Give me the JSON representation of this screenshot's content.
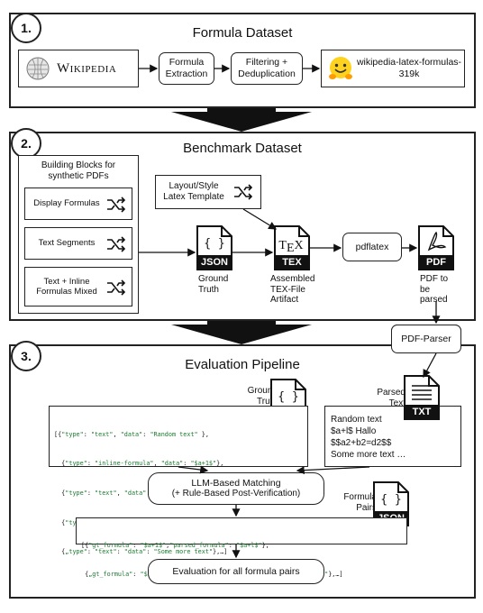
{
  "panel1": {
    "number": "1.",
    "title": "Formula Dataset",
    "wikipedia": "Wikipedia",
    "step1": "Formula Extraction",
    "step2": "Filtering + Deduplication",
    "dataset": "wikipedia-latex-formulas-319k"
  },
  "panel2": {
    "number": "2.",
    "title": "Benchmark Dataset",
    "blocks_title": "Building Blocks for synthetic PDFs",
    "blocks": [
      "Display Formulas",
      "Text Segments",
      "Text + Inline Formulas Mixed"
    ],
    "template": "Layout/Style Latex Template",
    "json_label": "JSON",
    "json_caption": "Ground Truth",
    "tex_label": "TEX",
    "tex_caption": "Assembled TEX-File Artifact",
    "pdflatex": "pdflatex",
    "pdf_label": "PDF",
    "pdf_caption": "PDF to be parsed"
  },
  "parser": "PDF-Parser",
  "panel3": {
    "number": "3.",
    "title": "Evaluation Pipeline",
    "gt_caption": "Ground Truth",
    "gt_json": [
      "[{\"type\": \"text\", \"data\": \"Random text\" },",
      "  {\"type\": \"inline-formula\", \"data\": \"$a+1$\"},",
      "  {\"type\": \"text\", \"data\": „Hallo\"},",
      "  {\"type\": \"display-formula\", \"data\": \"$a^2+b^2=c^2$\"},",
      "  {„type\": \"text\": \"data\": \"Some more text\"},…]"
    ],
    "parsed_caption": "Parsed Text",
    "parsed_lines": [
      "Random text",
      "$a+l$ Hallo",
      "$$a2+b2=d2$$",
      "Some more text …"
    ],
    "txt_label": "TXT",
    "llm_title": "LLM-Based Matching",
    "llm_sub": "(+ Rule-Based Post-Verification)",
    "pairs_caption": "Formula Pairs",
    "pairs_json": [
      "[{\"gt_formula\": \"$a+1$\",\"parsed_formula\": \"$a+l$\"},",
      " {„gt_formula\": \"$$a^2+b^2=c^2$$\", \"parsed_formula\": „$$a2+b2=d2$$\"},…]"
    ],
    "eval": "Evaluation for all formula pairs"
  }
}
